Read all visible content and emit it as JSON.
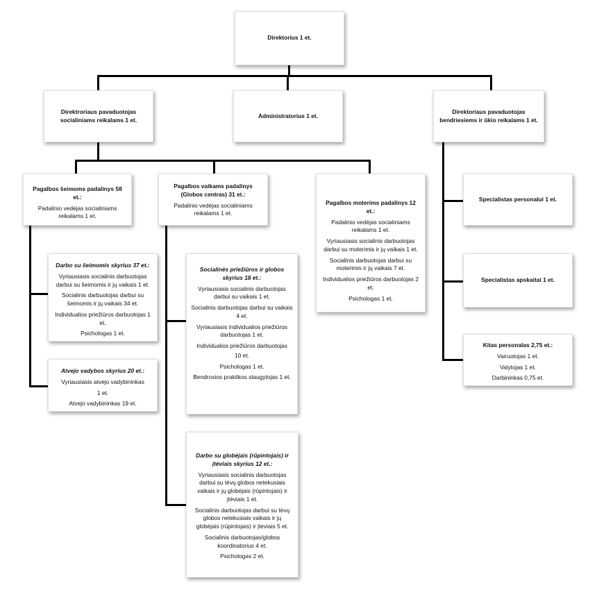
{
  "director": "Direktorius 1 et.",
  "deputy_social": "Direktroriaus pavaduotojas socialiniams reikalams 1 et.",
  "administrator": "Administratorius 1 et.",
  "deputy_general": "Direktoriaus pavaduotojas bendriesiems ir ūkio reikalams 1 et.",
  "family_unit": {
    "title": "Pagalbos šeimoms padalinys 58 et.:",
    "lines": [
      "Padalinio vedėjas socialiniams reikalams 1 et."
    ]
  },
  "children_unit": {
    "title": "Pagalbos vaikams padalinys (Globos centras) 31 et.:",
    "lines": [
      "Padalinio vedėjas socialiniams reikalams 1 et."
    ]
  },
  "women_unit": {
    "title": "Pagalbos moterims padalinys 12 et.:",
    "lines": [
      "Padalinio vedėjas socialiniams reikalams 1 et.",
      "Vyriausiasis socialinis darbuotojas darbui su moterimis ir jų vaikais 1 et.",
      "Socialinis darbuotojas darbui su moterimis ir jų vaikais 7 et.",
      "Individualios priežiūros darbuotojas 2 et.",
      "Psichologas 1 et."
    ]
  },
  "families_dept": {
    "title": "Darbo su šeimomis skyrius 37 et.:",
    "lines": [
      "Vyriausiasis socialinis darbuotojas darbui su šeimomis ir jų vaikais 1 et.",
      "Socialinis darbuotojas darbui su šeimomis ir jų vaikais 34 et.",
      "Individualios priežiūros darbuotojas 1 et.",
      "Psichologas 1 et."
    ]
  },
  "foster_dept": {
    "title": "Atvejo vadybos skyrius 20 et.:",
    "lines": [
      "Vyriausiasis atvejo vadybininkas",
      "1 et.",
      "Atvejo vadybininkas 19 et."
    ]
  },
  "care_dept": {
    "title": "Socialinės priežiūros ir globos skyrius 18 et.:",
    "lines": [
      "Vyriausiasis socialinis darbuotojas darbui su vaikais 1 et.",
      "Socialinis darbuotojas darbui su vaikais 4 et.",
      "Vyriausiasis individualios priežiūros darbuotojas 1 et.",
      "Individualios priežiūros darbuotojas",
      "10 et.",
      "Psichologas 1 et.",
      "Bendrosios praktikos slaugytojas 1 et."
    ]
  },
  "guardians_dept": {
    "title": "Darbo su globėjais (rūpintojais) ir įtėviais skyrius 12 et.:",
    "lines": [
      "Vyriausiasis socialinis darbuotojas darbui su tėvų globos netekusiais vaikais ir jų globėjais (rūpintojais) ir įtėviais 1 et.",
      "Socialinis darbuotojas darbui su tėvų globos netekusiais vaikais ir jų globėjais (rūpintojais) ir įtėviais 5 et.",
      "Socialinis darbuotojas/globos koordinatorius 4 et.",
      "Psichologas 2 et."
    ]
  },
  "hr_specialist": "Specialistas personalui 1 et.",
  "accounting_specialist": "Specialistas apskaitai 1 et.",
  "other_staff": {
    "title": "Kitas personalas 2,75 et.:",
    "lines": [
      "Vairuotojas 1 et.",
      "Valytojas  1 et.",
      "Darbininkas 0,75 et."
    ]
  }
}
